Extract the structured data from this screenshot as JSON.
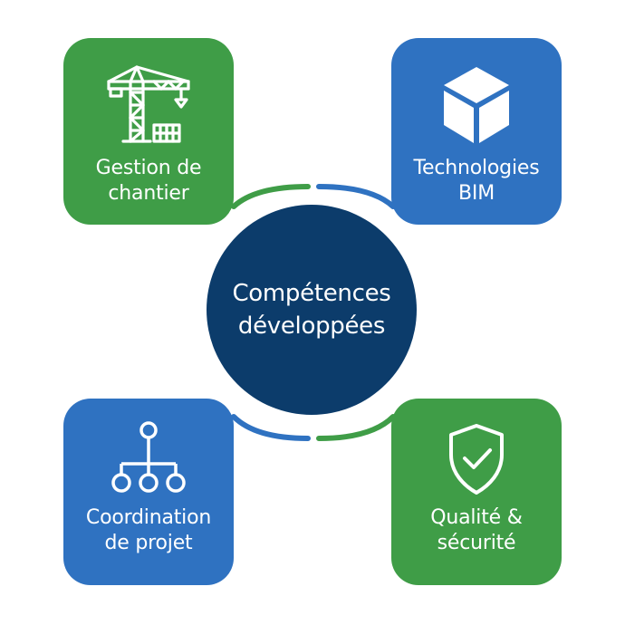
{
  "center": {
    "line1": "Compétences",
    "line2": "développées"
  },
  "cards": {
    "top_left": {
      "line1": "Gestion de",
      "line2": "chantier",
      "color": "#3f9d47",
      "icon": "construction-crane-icon"
    },
    "top_right": {
      "line1": "Technologies",
      "line2": "BIM",
      "color": "#2f72c1",
      "icon": "cube-icon"
    },
    "bottom_left": {
      "line1": "Coordination",
      "line2": "de projet",
      "color": "#2f72c1",
      "icon": "hierarchy-tree-icon"
    },
    "bottom_right": {
      "line1": "Qualité &",
      "line2": "sécurité",
      "color": "#3f9d47",
      "icon": "shield-check-icon"
    }
  },
  "colors": {
    "green": "#3f9d47",
    "blue": "#2f72c1",
    "navy": "#0c3c6b"
  }
}
